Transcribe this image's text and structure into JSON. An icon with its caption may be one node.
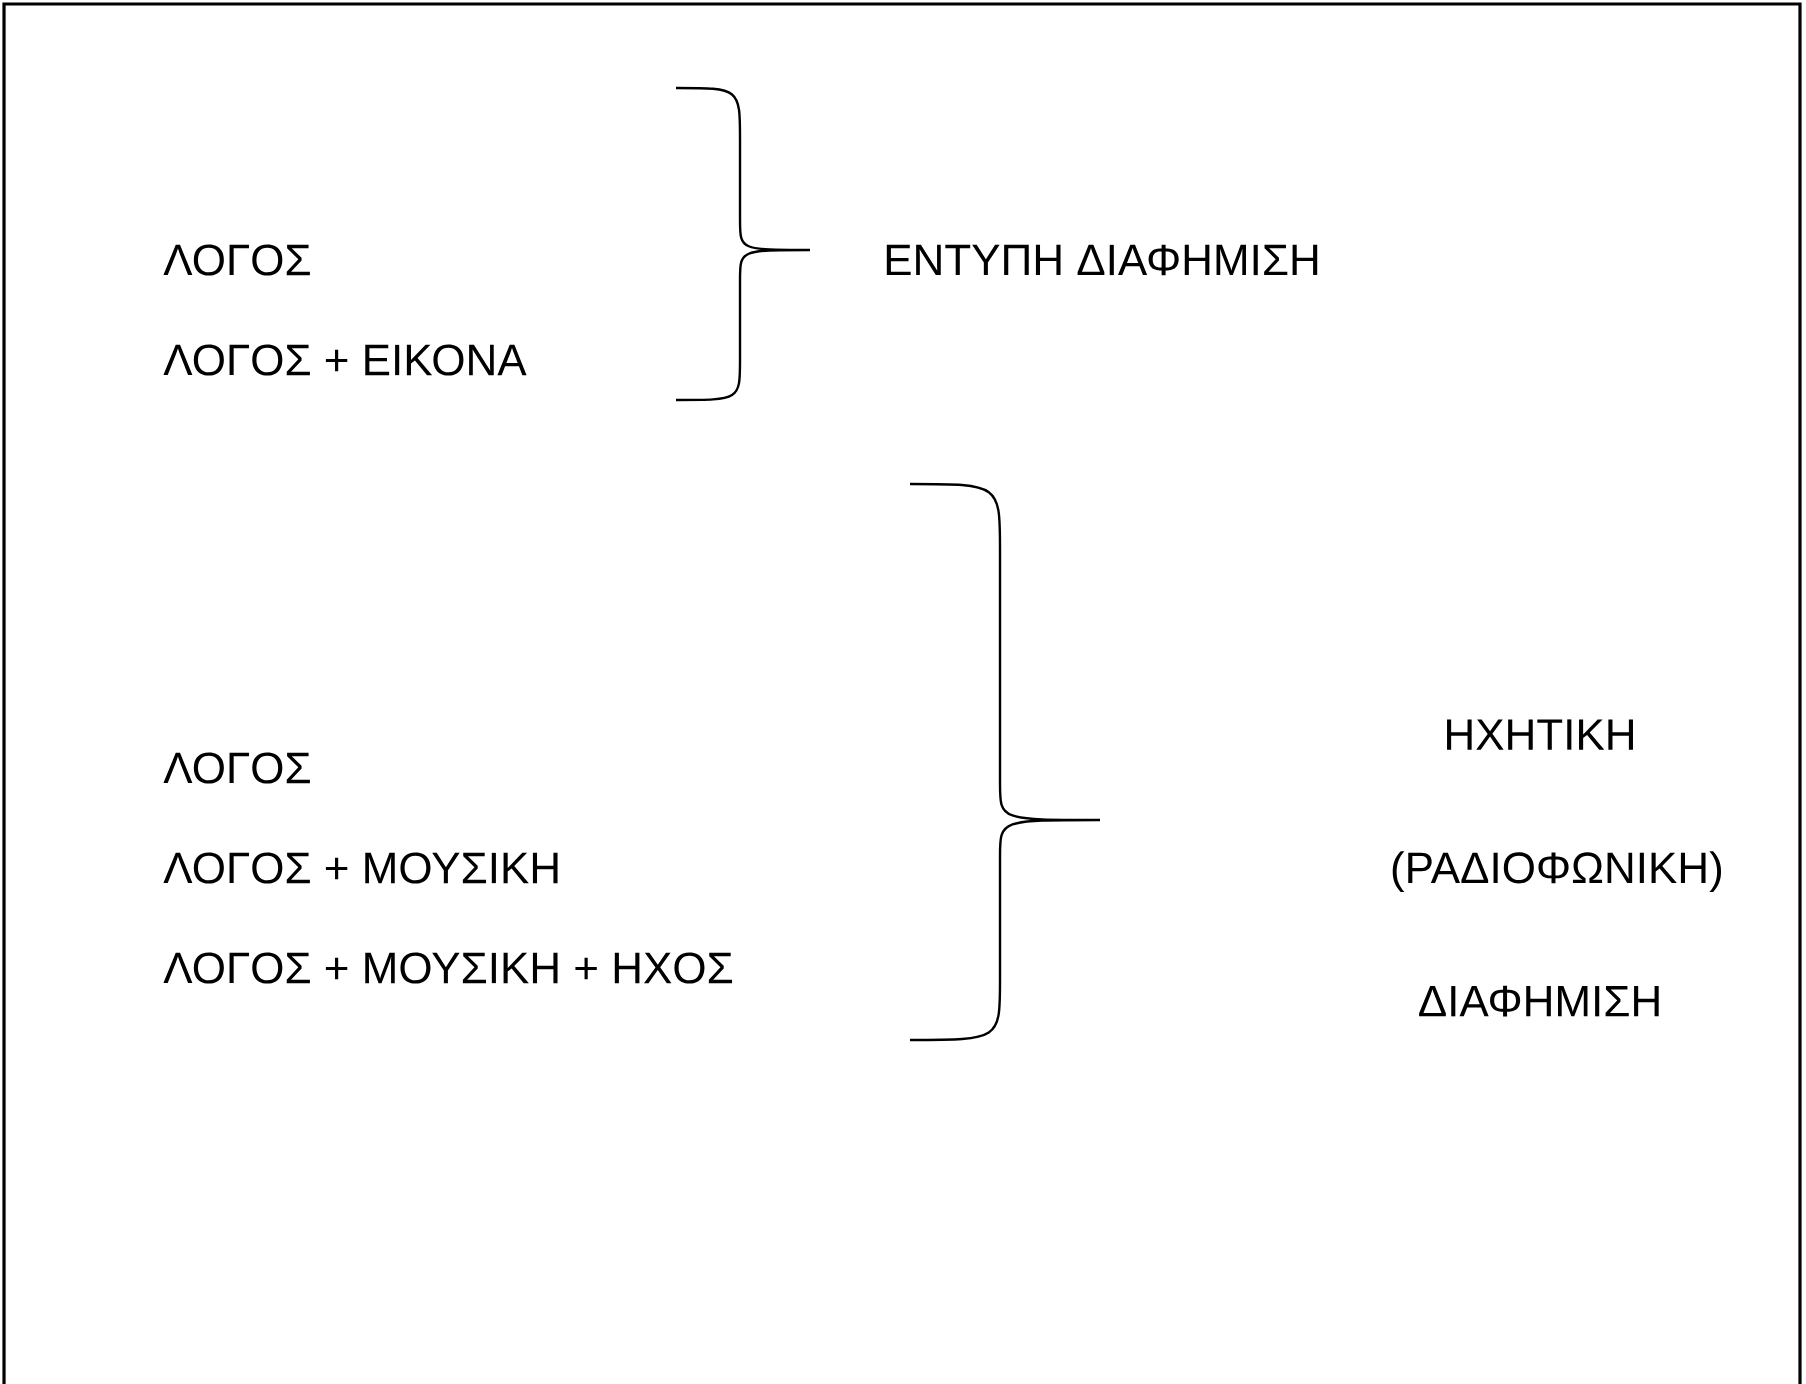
{
  "diagram": {
    "labels": [
      "ΛΟΓΟΣ",
      "ΕΝΤΥΠΗ ΔΙΑΦΗΜΙΣΗ",
      "ΛΟΓΟΣ + ΕΙΚΟΝΑ",
      "ΛΟΓΟΣ",
      "ΛΟΓΟΣ + ΜΟΥΣΙΚΗ",
      "ΛΟΓΟΣ + ΜΟΥΣΙΚΗ + ΗΧΟΣ",
      "ΗΧΗΤΙΚΗ (ΡΑΔΙΟΦΩΝΙΚΗ) ΔΙΑΦΗΜΙΣΗ"
    ]
  }
}
